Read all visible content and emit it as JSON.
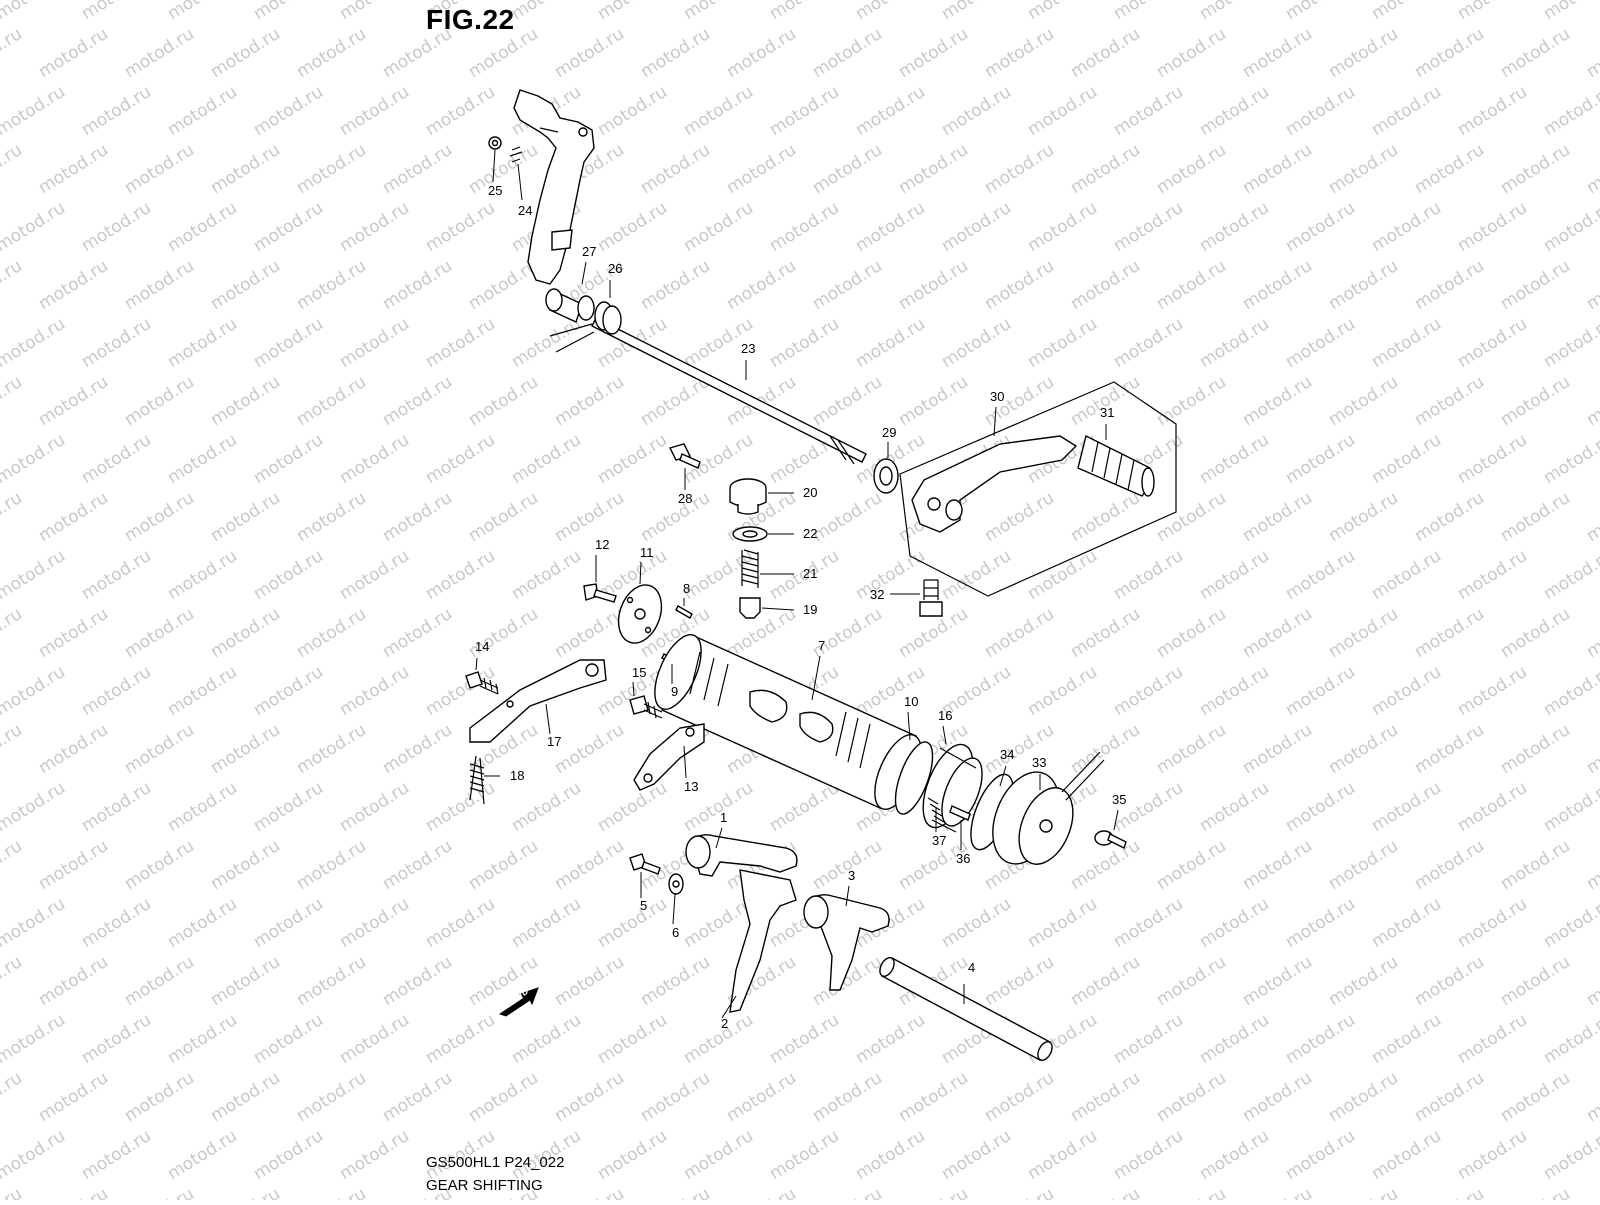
{
  "figure": {
    "title": "FIG.22",
    "code": "GS500HL1 P24_022",
    "caption": "GEAR SHIFTING"
  },
  "watermark": {
    "text": "motod.ru",
    "color": "#c8c8c8"
  },
  "direction_marker": {
    "label": "FWD"
  },
  "callouts": [
    {
      "id": "1",
      "label": "1"
    },
    {
      "id": "2",
      "label": "2"
    },
    {
      "id": "3",
      "label": "3"
    },
    {
      "id": "4",
      "label": "4"
    },
    {
      "id": "5",
      "label": "5"
    },
    {
      "id": "6",
      "label": "6"
    },
    {
      "id": "7",
      "label": "7"
    },
    {
      "id": "8",
      "label": "8"
    },
    {
      "id": "9",
      "label": "9"
    },
    {
      "id": "10",
      "label": "10"
    },
    {
      "id": "11",
      "label": "11"
    },
    {
      "id": "12",
      "label": "12"
    },
    {
      "id": "13",
      "label": "13"
    },
    {
      "id": "14",
      "label": "14"
    },
    {
      "id": "15",
      "label": "15"
    },
    {
      "id": "16",
      "label": "16"
    },
    {
      "id": "17",
      "label": "17"
    },
    {
      "id": "18",
      "label": "18"
    },
    {
      "id": "19",
      "label": "19"
    },
    {
      "id": "20",
      "label": "20"
    },
    {
      "id": "21",
      "label": "21"
    },
    {
      "id": "22",
      "label": "22"
    },
    {
      "id": "23",
      "label": "23"
    },
    {
      "id": "24",
      "label": "24"
    },
    {
      "id": "25",
      "label": "25"
    },
    {
      "id": "26",
      "label": "26"
    },
    {
      "id": "27",
      "label": "27"
    },
    {
      "id": "28",
      "label": "28"
    },
    {
      "id": "29",
      "label": "29"
    },
    {
      "id": "30",
      "label": "30"
    },
    {
      "id": "31",
      "label": "31"
    },
    {
      "id": "32",
      "label": "32"
    },
    {
      "id": "33",
      "label": "33"
    },
    {
      "id": "34",
      "label": "34"
    },
    {
      "id": "35",
      "label": "35"
    },
    {
      "id": "36",
      "label": "36"
    },
    {
      "id": "37",
      "label": "37"
    }
  ]
}
